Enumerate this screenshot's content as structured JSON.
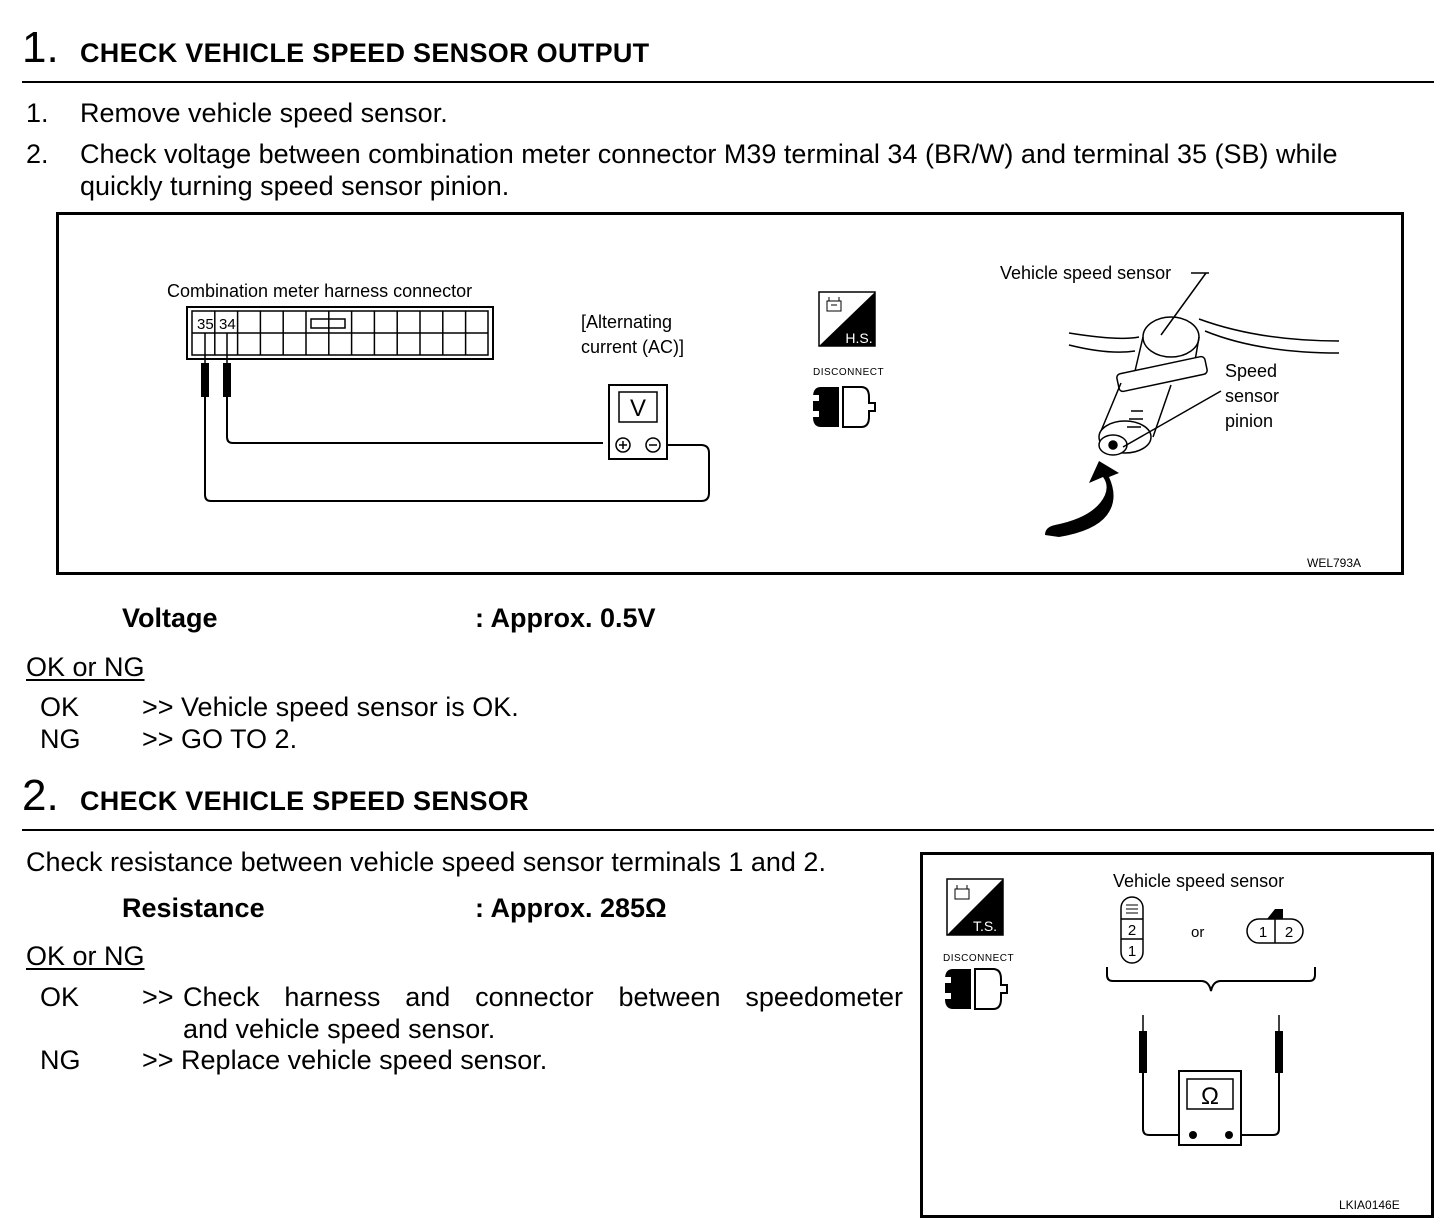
{
  "step1": {
    "number": "1.",
    "title": "CHECK VEHICLE SPEED SENSOR OUTPUT",
    "instructions": [
      {
        "num": "1.",
        "text": "Remove vehicle speed sensor."
      },
      {
        "num": "2.",
        "text": "Check voltage between combination meter connector M39 terminal 34 (BR/W) and terminal 35 (SB) while",
        "text2": "quickly turning speed sensor pinion."
      }
    ],
    "figure": {
      "connector_label": "Combination meter harness connector",
      "pin_a": "35",
      "pin_b": "34",
      "ac_label_1": "[Alternating",
      "ac_label_2": "current (AC)]",
      "meter_symbol": "V",
      "hs_icon_text": "H.S.",
      "disconnect_label": "DISCONNECT",
      "sensor_label": "Vehicle speed sensor",
      "pinion_label_1": "Speed",
      "pinion_label_2": "sensor",
      "pinion_label_3": "pinion",
      "figure_code": "WEL793A"
    },
    "spec_name": "Voltage",
    "spec_value": ": Approx. 0.5V",
    "ok_ng_heading": "OK or NG",
    "ok_label": "OK",
    "ok_text": ">> Vehicle speed sensor is OK.",
    "ng_label": "NG",
    "ng_text": ">> GO TO 2."
  },
  "step2": {
    "number": "2.",
    "title": "CHECK VEHICLE SPEED SENSOR",
    "instruction": "Check resistance between vehicle speed sensor terminals 1 and 2.",
    "spec_name": "Resistance",
    "spec_value": ": Approx. 285Ω",
    "ok_ng_heading": "OK or NG",
    "ok_label": "OK",
    "ok_arrow": ">>",
    "ok_text": "Check harness and connector between speedometer",
    "ok_text2": "and vehicle speed sensor.",
    "ng_label": "NG",
    "ng_text": ">> Replace vehicle speed sensor.",
    "figure": {
      "sensor_label": "Vehicle speed sensor",
      "pin_2": "2",
      "pin_1": "1",
      "or_text": "or",
      "pin_1b": "1",
      "pin_2b": "2",
      "meter_symbol": "Ω",
      "ts_icon_text": "T.S.",
      "disconnect_label": "DISCONNECT",
      "figure_code": "LKIA0146E"
    }
  }
}
